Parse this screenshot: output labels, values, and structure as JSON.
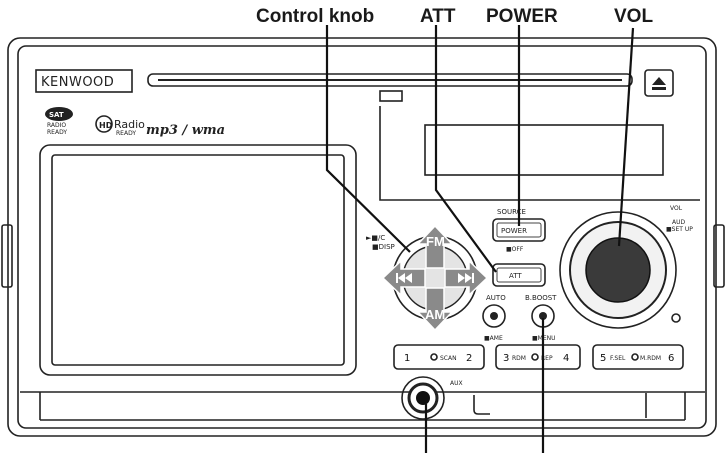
{
  "callouts": {
    "control_knob": "Control knob",
    "att": "ATT",
    "power": "POWER",
    "vol": "VOL"
  },
  "brand": {
    "logo": "KENWOOD",
    "sat_top": "SAT",
    "sat_mid": "RADIO",
    "sat_bottom": "READY",
    "hd_radio": "Radio",
    "hd_ready": "READY",
    "formats": "mp3 / wma"
  },
  "panel_labels": {
    "source": "SOURCE",
    "power_button": "POWER",
    "off": "■OFF",
    "att_button": "ATT",
    "auto": "AUTO",
    "ame": "■AME",
    "bboost": "B.BOOST",
    "menu": "■MENU",
    "vol_top": "VOL",
    "aud": "AUD",
    "setup": "■SET UP",
    "aux": "AUX",
    "disp_1": "►■/C",
    "disp_2": "■DISP",
    "fm": "FM",
    "am": "AM"
  },
  "preset_buttons": {
    "b1_left": "1",
    "b1_scan": "SCAN",
    "b1_right": "2",
    "b2_left": "3",
    "b2_rdm": "RDM",
    "b2_rep": "REP",
    "b2_right": "4",
    "b3_left": "5",
    "b3_fsel": "F.SEL",
    "b3_mrdm": "M.RDM",
    "b3_right": "6"
  },
  "colors": {
    "panel_edge": "#222222",
    "arrow_fill": "#8a8a8a",
    "callout_text": "#1a1a1a"
  }
}
